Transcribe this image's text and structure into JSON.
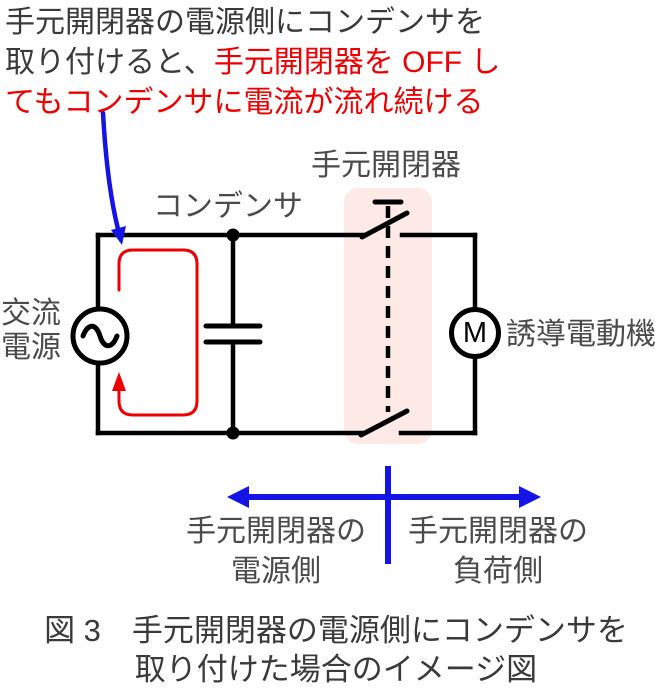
{
  "colors": {
    "wire": "#000000",
    "red": "#ee0000",
    "blue": "#1414e6",
    "highlight": "#fde9e5",
    "label": "#4b4b4b",
    "text": "#3a3a3a"
  },
  "annotation": {
    "lines": [
      {
        "black": "手元開閉器の電源側にコンデンサを",
        "red": ""
      },
      {
        "black": "取り付けると、",
        "red": "手元開閉器を OFF し"
      },
      {
        "black": "",
        "red": "てもコンデンサに電流が流れ続ける"
      }
    ]
  },
  "diagram": {
    "capacitor_label": "コンデンサ",
    "switch_label": "手元開閉器",
    "ac_source_label_line1": "交流",
    "ac_source_label_line2": "電源",
    "motor_symbol": "M",
    "motor_label": "誘導電動機"
  },
  "regions": {
    "source_side_line1": "手元開閉器の",
    "source_side_line2": "電源側",
    "load_side_line1": "手元開閉器の",
    "load_side_line2": "負荷側"
  },
  "caption": {
    "line1": "図 3　手元開閉器の電源側にコンデンサを",
    "line2": "取り付けた場合のイメージ図"
  }
}
